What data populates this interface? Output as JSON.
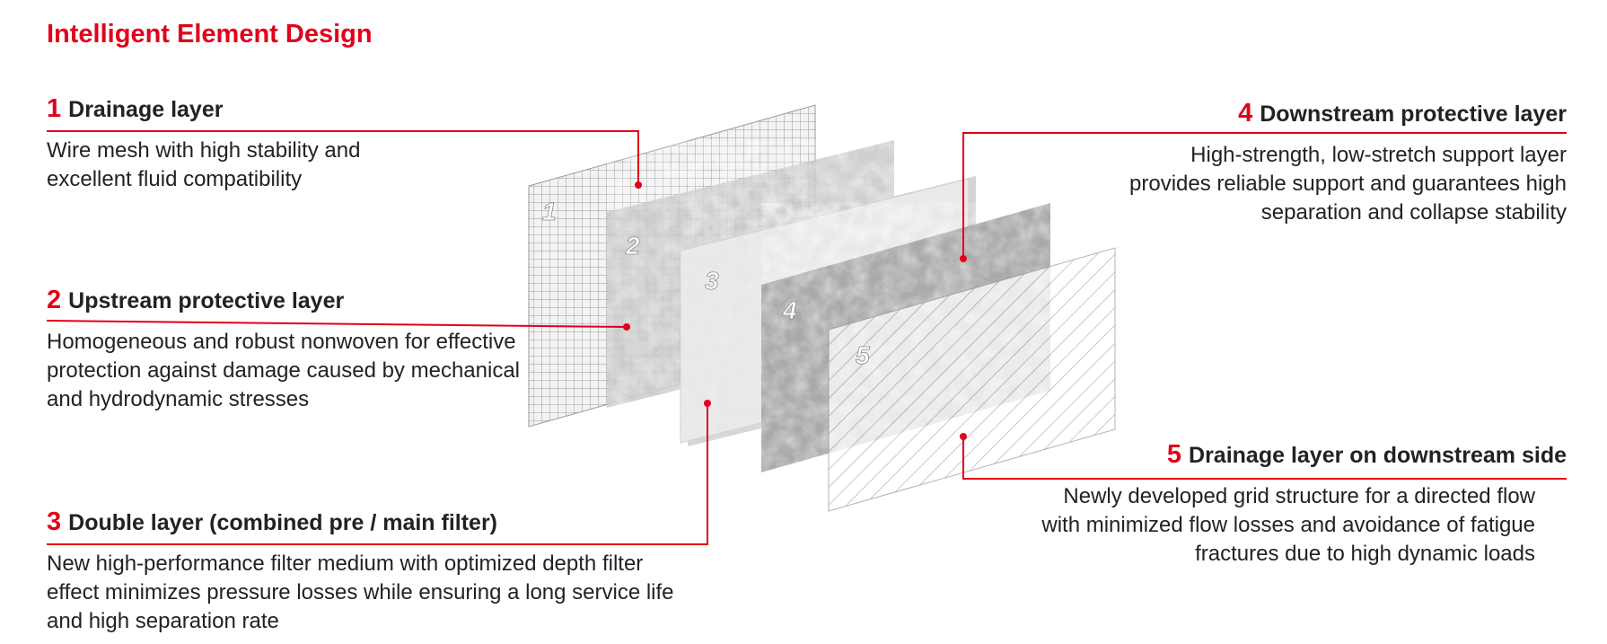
{
  "title": "Intelligent Element Design",
  "accent_color": "#e2001a",
  "layers": [
    {
      "number": "1",
      "title": "Drainage layer",
      "description": "Wire mesh with high stability and excellent fluid compatibility",
      "marker": "1"
    },
    {
      "number": "2",
      "title": "Upstream protective layer",
      "description": "Homogeneous and robust nonwoven for effective protection against damage caused by mechanical and hydrodynamic stresses",
      "marker": "2"
    },
    {
      "number": "3",
      "title": "Double layer (combined pre / main filter)",
      "description": "New high-performance filter medium with optimized depth filter effect minimizes pressure losses while ensuring a long service life and high separation rate",
      "marker": "3"
    },
    {
      "number": "4",
      "title": "Downstream protective layer",
      "description": "High-strength, low-stretch support layer provides reliable support and guarantees high separation and collapse stability",
      "marker": "4"
    },
    {
      "number": "5",
      "title": "Drainage layer on downstream side",
      "description": "Newly developed grid structure for a directed flow with minimized flow losses and avoidance of fatigue fractures due to high dynamic loads",
      "marker": "5"
    }
  ]
}
